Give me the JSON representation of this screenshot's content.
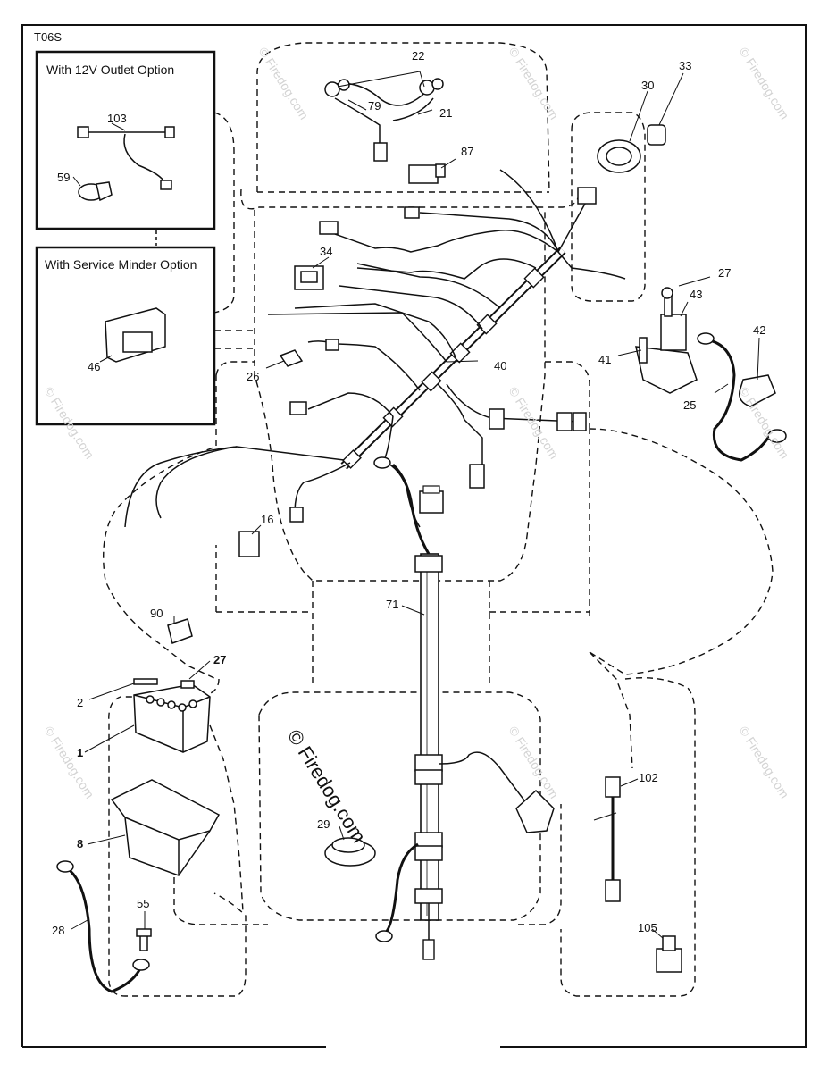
{
  "diagram_code": "T06S",
  "option_boxes": [
    {
      "title": "With 12V Outlet Option",
      "parts": [
        "103",
        "59"
      ]
    },
    {
      "title": "With Service Minder Option",
      "parts": [
        "46"
      ]
    }
  ],
  "parts": {
    "p1": "1",
    "p2": "2",
    "p8": "8",
    "p16": "16",
    "p21": "21",
    "p22": "22",
    "p25": "25",
    "p26": "26",
    "p27a": "27",
    "p27b": "27",
    "p28": "28",
    "p29": "29",
    "p30": "30",
    "p33": "33",
    "p34": "34",
    "p40": "40",
    "p41": "41",
    "p42": "42",
    "p43": "43",
    "p46": "46",
    "p55": "55",
    "p59": "59",
    "p71": "71",
    "p79": "79",
    "p87": "87",
    "p90": "90",
    "p102": "102",
    "p103": "103",
    "p105": "105"
  },
  "watermark": {
    "main": "© Firedog.com",
    "small": "© Firedog.com"
  }
}
